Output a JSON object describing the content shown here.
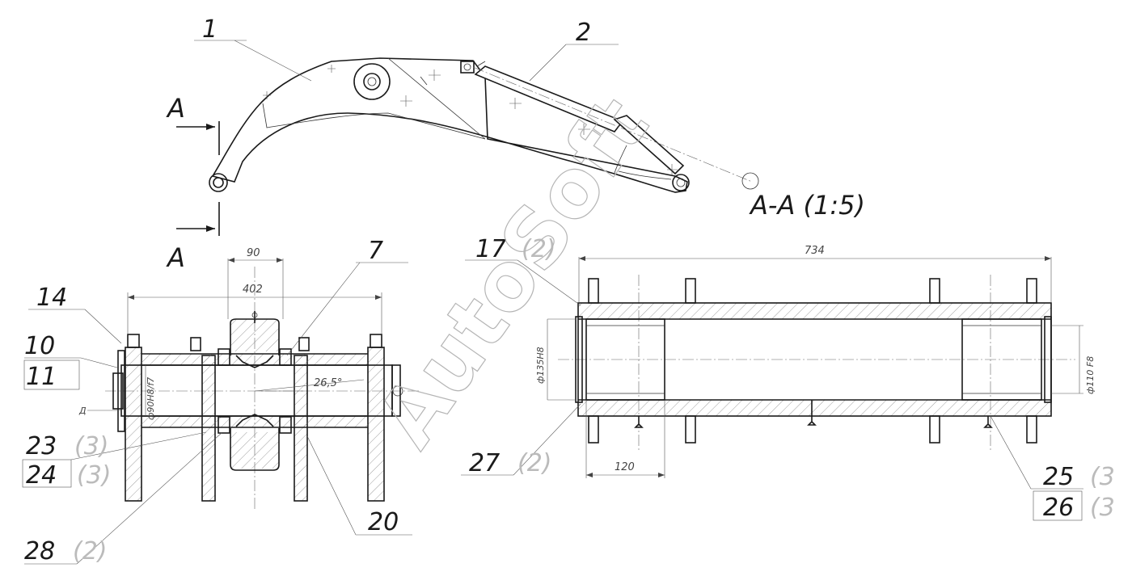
{
  "callouts": {
    "c1": "1",
    "c2": "2",
    "c7": "7",
    "c14": "14",
    "c10": "10",
    "c11": "11",
    "c17": "17",
    "c17q": "(2)",
    "c23": "23",
    "c23q": "(3)",
    "c24": "24",
    "c24q": "(3)",
    "c20": "20",
    "c28": "28",
    "c28q": "(2)",
    "c27": "27",
    "c27q": "(2)",
    "c25": "25",
    "c25q": "(3",
    "c26": "26",
    "c26q": "(3"
  },
  "section": {
    "mark_top": "A",
    "mark_bottom": "A",
    "title": "A-A (1:5)"
  },
  "dimensions": {
    "d90": "90",
    "d402": "402",
    "d734": "734",
    "d120": "120",
    "angle": "26,5°",
    "left_fit": "ф90Н8/f7",
    "bore_135": "ф135Н8",
    "bore_110": "ф110 F8",
    "small_a": "Д"
  },
  "watermark": "AutoSoft"
}
